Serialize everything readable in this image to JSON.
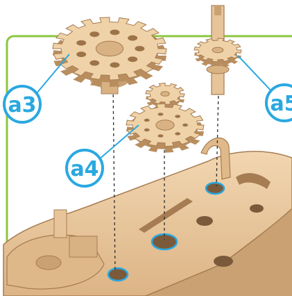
{
  "callouts": [
    {
      "id": "a3",
      "text": "a3"
    },
    {
      "id": "a4",
      "text": "a4"
    },
    {
      "id": "a5",
      "text": "a5"
    }
  ],
  "colors": {
    "accent": "#2aa8e0",
    "frame": "#8cc63f",
    "wood": "#e8c49a",
    "wood_dark": "#c9a173",
    "wood_edge": "#a67c52",
    "background": "#ffffff"
  }
}
